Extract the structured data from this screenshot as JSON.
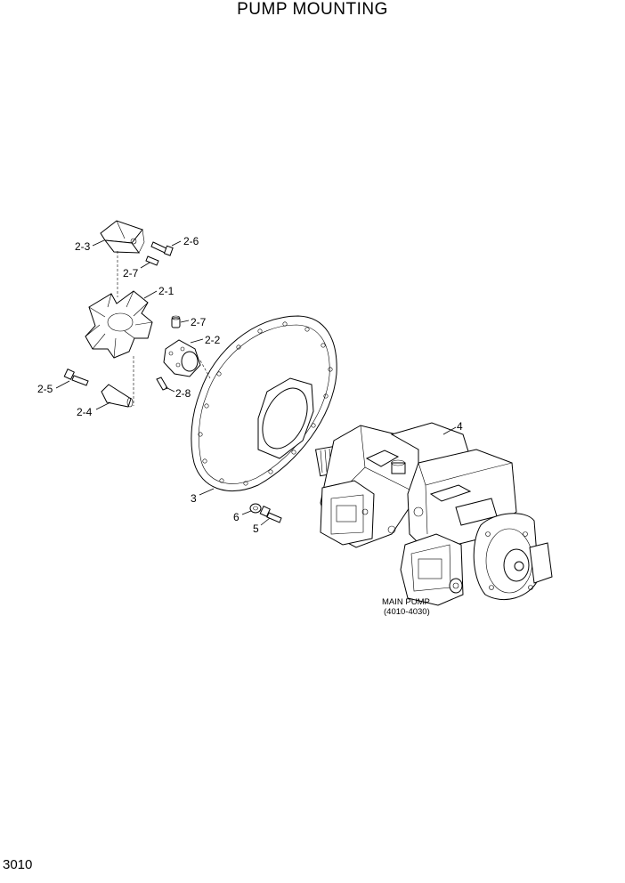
{
  "title": "PUMP MOUNTING",
  "page_number": "3010",
  "callouts": {
    "c2_1": "2-1",
    "c2_2": "2-2",
    "c2_3": "2-3",
    "c2_4": "2-4",
    "c2_5": "2-5",
    "c2_6": "2-6",
    "c2_7a": "2-7",
    "c2_7b": "2-7",
    "c2_8": "2-8",
    "c3": "3",
    "c4": "4",
    "c5": "5",
    "c6": "6"
  },
  "main_pump": {
    "label": "MAIN PUMP",
    "part_range": "(4010-4030)"
  }
}
